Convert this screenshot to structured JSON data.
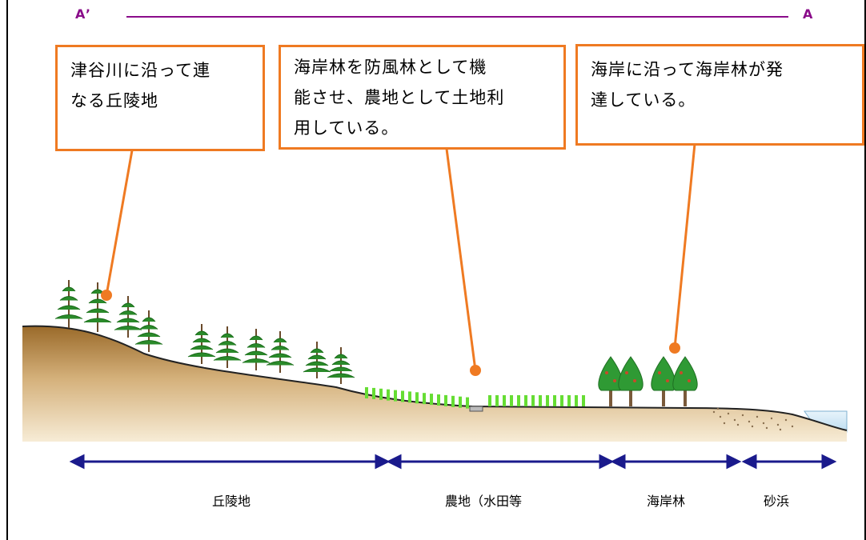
{
  "header": {
    "left_label": "A’",
    "right_label": "A"
  },
  "callouts": [
    {
      "text_line1": "津谷川に沿って連",
      "text_line2": "なる丘陵地"
    },
    {
      "text_line1": "海岸林を防風林として機",
      "text_line2": "能させ、農地として土地利",
      "text_line3": "用している。"
    },
    {
      "text_line1": "海岸に沿って海岸林が発",
      "text_line2": "達している。"
    }
  ],
  "zones": [
    {
      "label": "丘陵地"
    },
    {
      "label": "農地（水田等"
    },
    {
      "label": "海岸林"
    },
    {
      "label": "砂浜"
    }
  ],
  "colors": {
    "callout_border": "#ef7a22",
    "leader_line": "#ef7a22",
    "header_line": "#8a0c8a",
    "arrow": "#1a1a8c",
    "hill_top": "#9a6a2a",
    "hill_bottom": "#f5e8cc",
    "pine": "#2a8a2a",
    "paddy": "#66dd33",
    "sea": "#cfe6f5"
  }
}
